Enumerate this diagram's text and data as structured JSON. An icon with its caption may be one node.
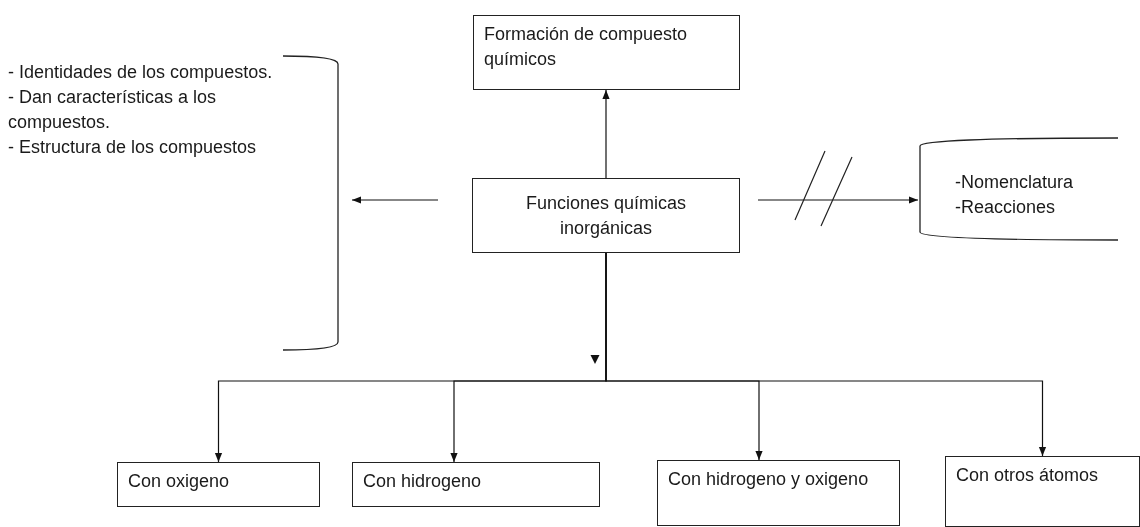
{
  "diagram": {
    "nodes": [
      {
        "text": [
          "Formación de compuesto químicos"
        ]
      },
      {
        "text": [
          "Funciones químicas inorgánicas"
        ]
      },
      {
        "text": [
          "- Identidades de los compuestos.",
          "- Dan características a los compuestos.",
          "- Estructura de los compuestos"
        ]
      },
      {
        "text": [
          "-Nomenclatura",
          "-Reacciones"
        ]
      },
      {
        "text": [
          "Con oxigeno"
        ]
      },
      {
        "text": [
          "Con hidrogeno"
        ]
      },
      {
        "text": [
          "Con hidrogeno y oxigeno"
        ]
      },
      {
        "text": [
          "Con otros átomos"
        ]
      }
    ],
    "edges": [
      {
        "from": 1,
        "to": 0,
        "arrow": "to"
      },
      {
        "from": 1,
        "to": 2,
        "arrow": "to"
      },
      {
        "from": 1,
        "to": 3,
        "arrow": "to"
      },
      {
        "from": 1,
        "to": 4,
        "arrow": "to"
      },
      {
        "from": 1,
        "to": 5,
        "arrow": "to"
      },
      {
        "from": 1,
        "to": 6,
        "arrow": "to"
      },
      {
        "from": 1,
        "to": 7,
        "arrow": "to"
      }
    ]
  }
}
